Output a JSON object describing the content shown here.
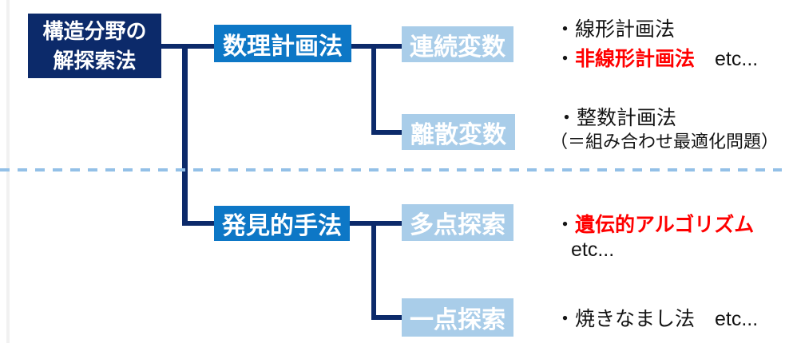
{
  "tree": {
    "root": {
      "line1": "構造分野の",
      "line2": "解探索法"
    },
    "level2": [
      {
        "label": "数理計画法"
      },
      {
        "label": "発見的手法"
      }
    ],
    "level3": [
      {
        "label": "連続変数"
      },
      {
        "label": "離散変数"
      },
      {
        "label": "多点探索"
      },
      {
        "label": "一点探索"
      }
    ]
  },
  "annotations": {
    "continuous": {
      "line1": "・線形計画法",
      "line2_bullet": "・",
      "line2_highlight": "非線形計画法",
      "line2_rest": "　etc..."
    },
    "discrete": {
      "line1": "・整数計画法",
      "line2": "（＝組み合わせ最適化問題）"
    },
    "multipoint": {
      "line1_bullet": "・",
      "line1_highlight": "遺伝的アルゴリズム",
      "line2": "etc..."
    },
    "singlepoint": {
      "line1": "・焼きなまし法　etc..."
    }
  },
  "colors": {
    "root_navy": "#0c2a6a",
    "branch_blue": "#0d77c6",
    "leaf_lightblue": "#a9cde9",
    "connector_navy": "#0c2a6a",
    "divider_dash_blue": "#93c0e7",
    "highlight_red": "#ff0000",
    "text_black": "#141414",
    "node_text_white": "#ffffff"
  }
}
